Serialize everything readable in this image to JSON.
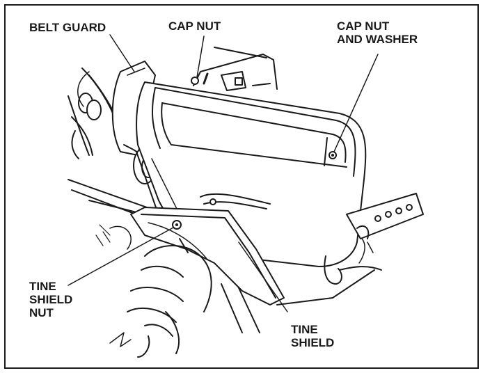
{
  "labels": {
    "belt_guard": "BELT GUARD",
    "cap_nut": "CAP NUT",
    "cap_nut_washer": [
      "CAP NUT",
      "AND WASHER"
    ],
    "tine_shield_nut": [
      "TINE",
      "SHIELD",
      "NUT"
    ],
    "tine_shield": [
      "TINE",
      "SHIELD"
    ]
  },
  "colors": {
    "ink": "#1a1a1a",
    "paper": "#ffffff",
    "shade": "#cfcfcf"
  }
}
